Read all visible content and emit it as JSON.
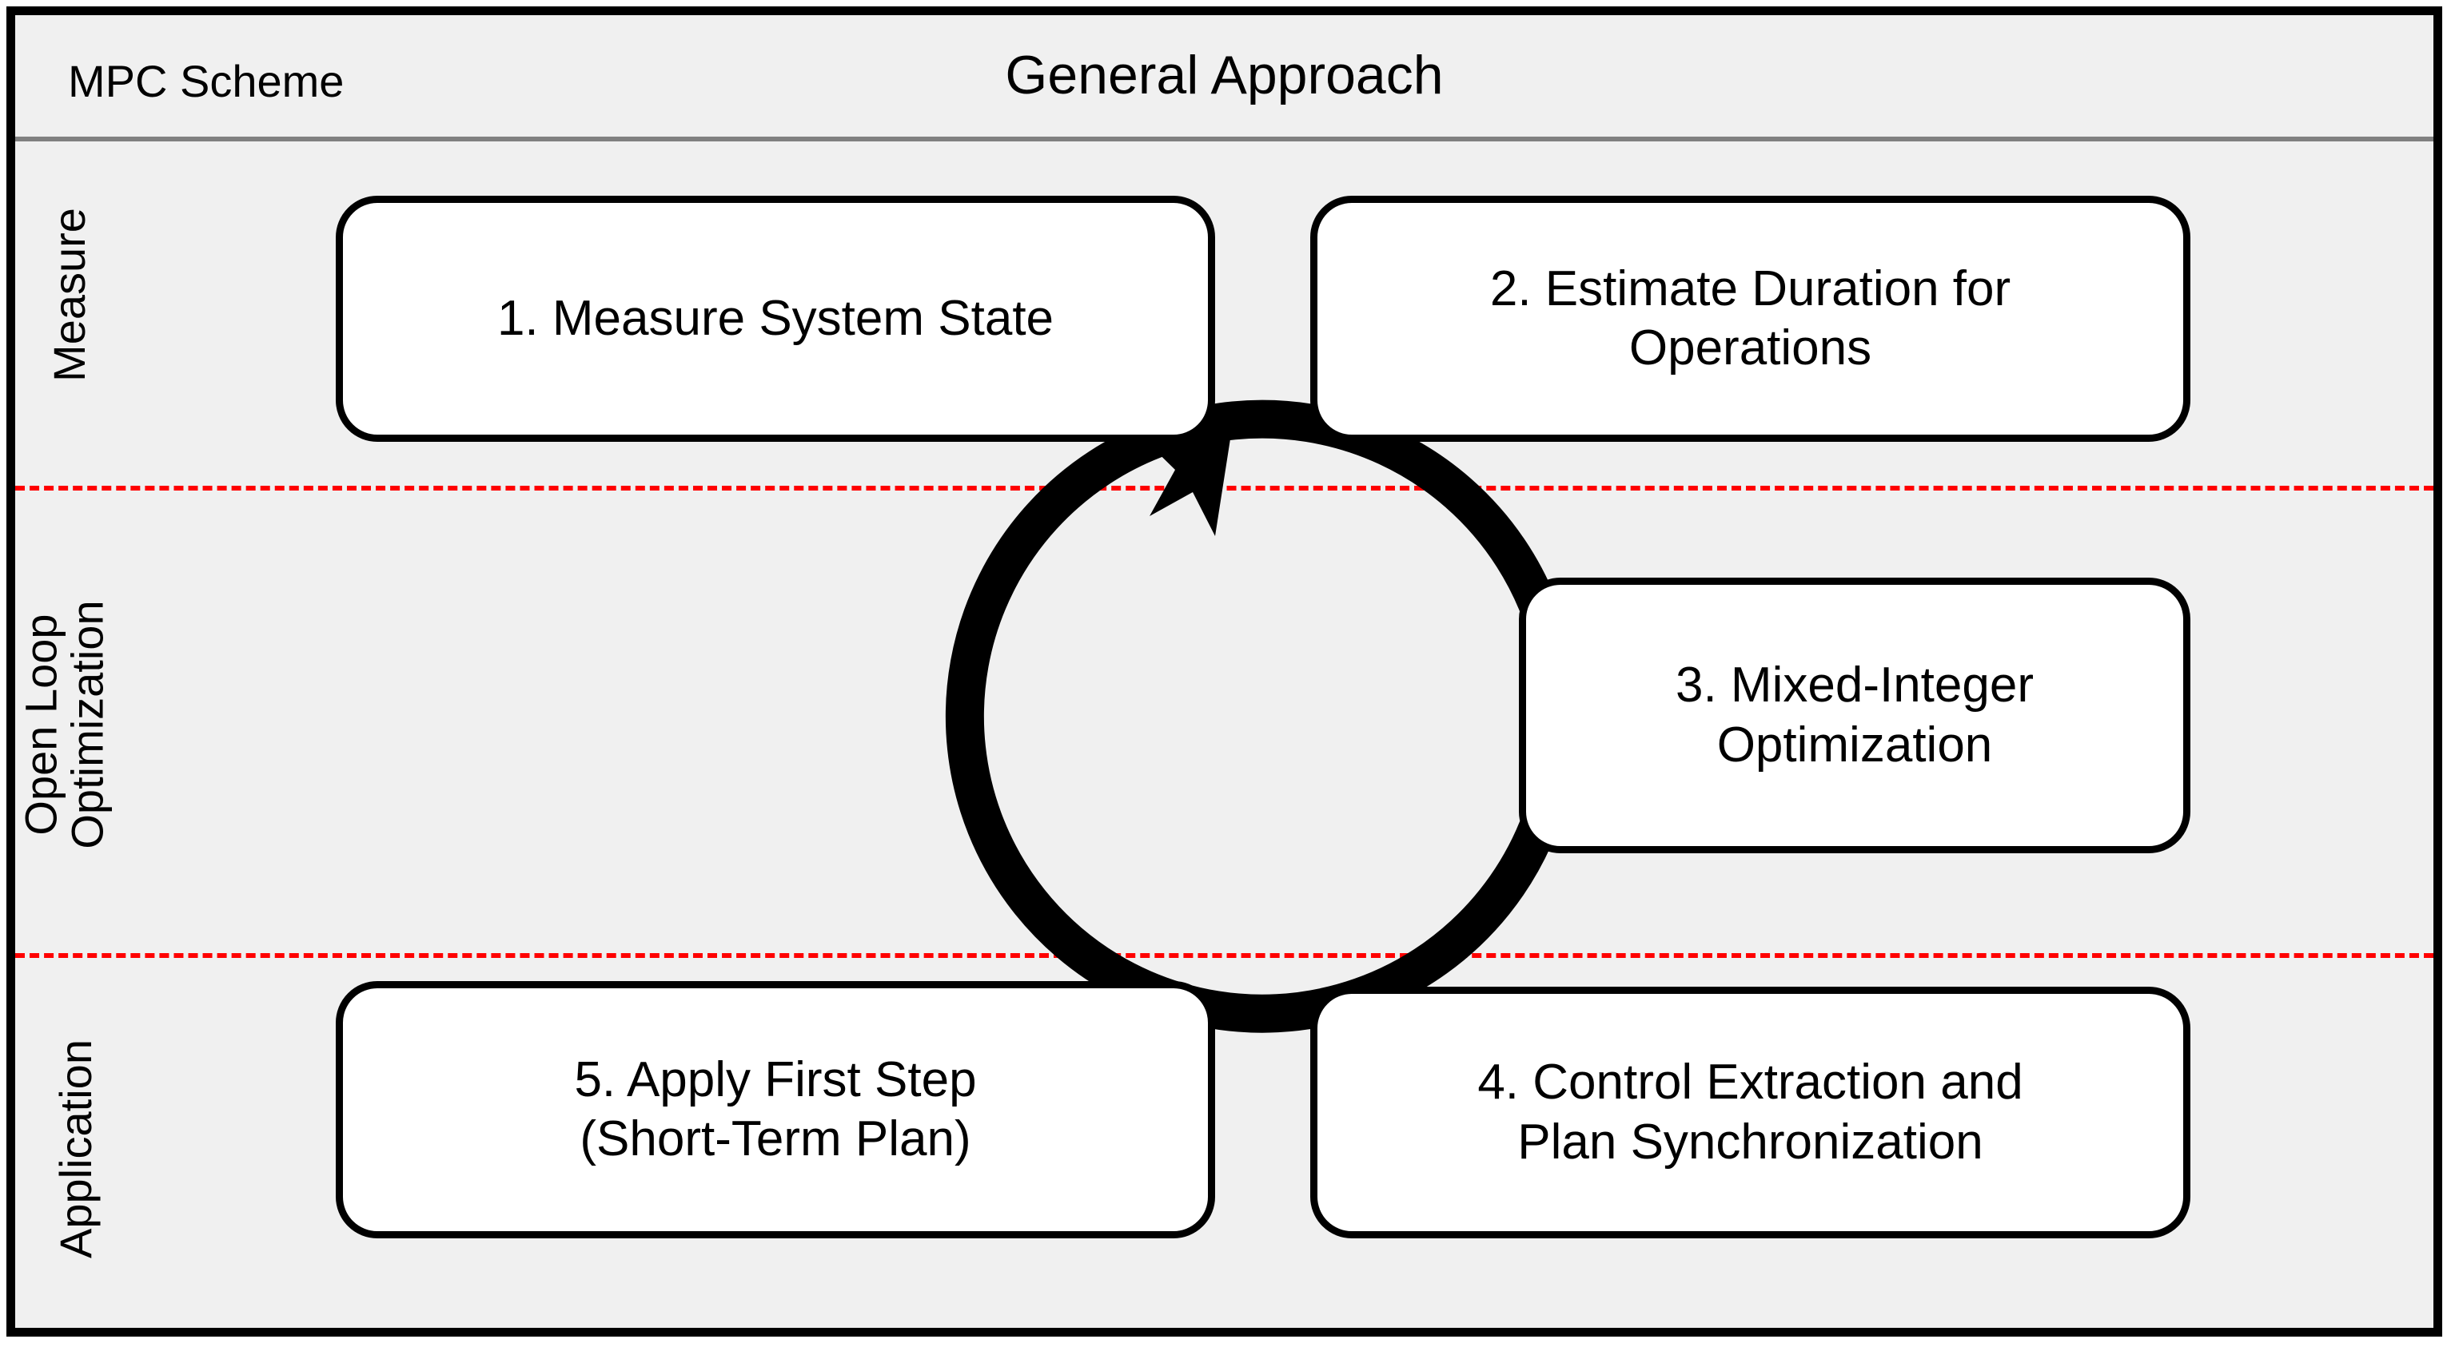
{
  "header": {
    "left_label": "MPC Scheme",
    "title": "General Approach"
  },
  "lanes": [
    {
      "label": "Measure"
    },
    {
      "label": "Open Loop\nOptimization"
    },
    {
      "label": "Application"
    }
  ],
  "steps": [
    {
      "id": "1",
      "text": "1. Measure System State"
    },
    {
      "id": "2",
      "text": "2. Estimate Duration for\nOperations"
    },
    {
      "id": "3",
      "text": "3. Mixed-Integer\nOptimization"
    },
    {
      "id": "4",
      "text": "4. Control Extraction and\nPlan Synchronization"
    },
    {
      "id": "5",
      "text": "5. Apply First Step\n(Short-Term Plan)"
    }
  ],
  "cycle": {
    "direction": "clockwise",
    "arrowhead_position": "top-left"
  },
  "colors": {
    "background": "#f0f0f0",
    "frame": "#000000",
    "box_fill": "#ffffff",
    "box_border": "#000000",
    "lane_divider": "#ff0000",
    "header_divider": "#808080",
    "cycle_arrow": "#000000"
  }
}
